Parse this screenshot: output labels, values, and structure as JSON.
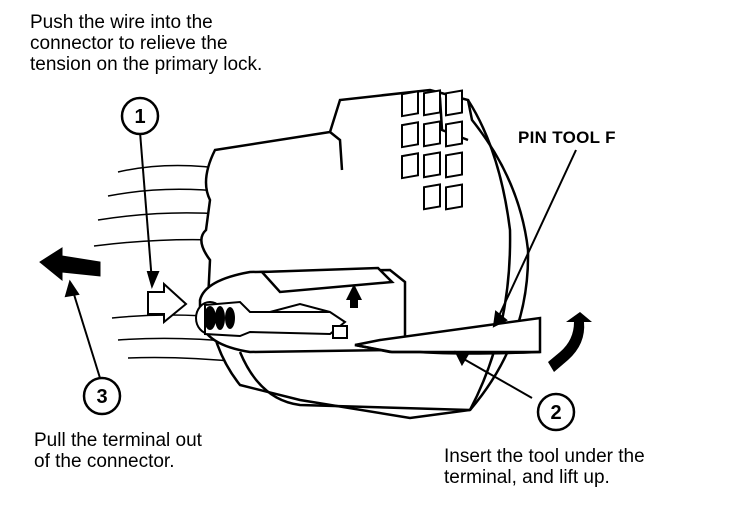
{
  "steps": [
    {
      "number": "1",
      "text": "Push the wire into the\nconnector to relieve the\ntension on the primary lock."
    },
    {
      "number": "2",
      "text": "Insert the tool under the\nterminal, and lift up."
    },
    {
      "number": "3",
      "text": "Pull the terminal out\nof the connector."
    }
  ],
  "tool_label": "PIN TOOL F"
}
